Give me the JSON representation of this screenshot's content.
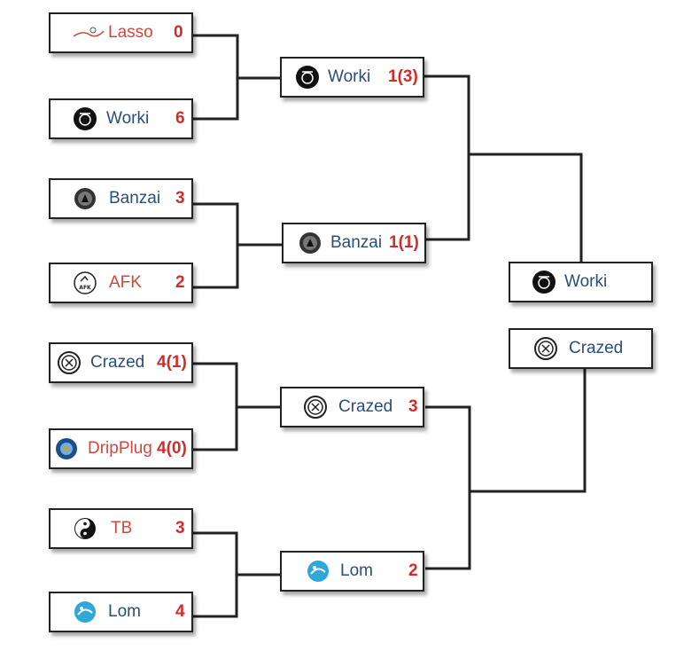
{
  "colors": {
    "winner_name": "#2a4d7a",
    "loser_name": "#d1473f",
    "score": "#d42a2a",
    "line": "#222222"
  },
  "round1": [
    {
      "name": "Lasso",
      "score": "0",
      "logo": "lasso-logo",
      "status": "loser"
    },
    {
      "name": "Worki",
      "score": "6",
      "logo": "worki-logo",
      "status": "winner"
    },
    {
      "name": "Banzai",
      "score": "3",
      "logo": "banzai-logo",
      "status": "winner"
    },
    {
      "name": "AFK",
      "score": "2",
      "logo": "afk-logo",
      "status": "loser"
    },
    {
      "name": "Crazed",
      "score": "4(1)",
      "logo": "crazed-logo",
      "status": "winner"
    },
    {
      "name": "DripPlug",
      "score": "4(0)",
      "logo": "dripplug-logo",
      "status": "loser"
    },
    {
      "name": "TB",
      "score": "3",
      "logo": "tb-logo",
      "status": "loser"
    },
    {
      "name": "Lom",
      "score": "4",
      "logo": "lom-logo",
      "status": "winner"
    }
  ],
  "round2": [
    {
      "name": "Worki",
      "score": "1(3)",
      "logo": "worki-logo",
      "status": "winner"
    },
    {
      "name": "Banzai",
      "score": "1(1)",
      "logo": "banzai-logo",
      "status": "winner"
    },
    {
      "name": "Crazed",
      "score": "3",
      "logo": "crazed-logo",
      "status": "winner"
    },
    {
      "name": "Lom",
      "score": "2",
      "logo": "lom-logo",
      "status": "winner"
    }
  ],
  "final": [
    {
      "name": "Worki",
      "logo": "worki-logo",
      "status": "winner"
    },
    {
      "name": "Crazed",
      "logo": "crazed-logo",
      "status": "winner"
    }
  ]
}
